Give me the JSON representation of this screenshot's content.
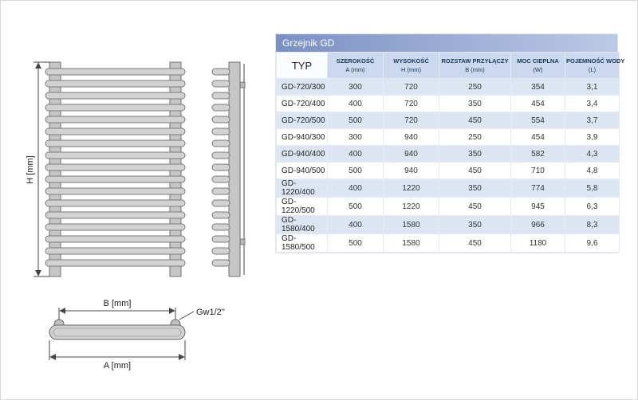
{
  "table": {
    "title": "Grzejnik GD",
    "columns": [
      {
        "label": "TYP",
        "sub": ""
      },
      {
        "label": "SZEROKOŚĆ",
        "sub": "A (mm)"
      },
      {
        "label": "WYSOKOŚĆ",
        "sub": "H (mm)"
      },
      {
        "label": "ROZSTAW PRZYŁĄCZY",
        "sub": "B (mm)"
      },
      {
        "label": "MOC CIEPLNA",
        "sub": "(W)"
      },
      {
        "label": "POJEMNOŚĆ WODY",
        "sub": "(L)"
      }
    ],
    "rows": [
      [
        "GD-720/300",
        "300",
        "720",
        "250",
        "354",
        "3,1"
      ],
      [
        "GD-720/400",
        "400",
        "720",
        "350",
        "454",
        "3,4"
      ],
      [
        "GD-720/500",
        "500",
        "720",
        "450",
        "554",
        "3,7"
      ],
      [
        "GD-940/300",
        "300",
        "940",
        "250",
        "454",
        "3,9"
      ],
      [
        "GD-940/400",
        "400",
        "940",
        "350",
        "582",
        "4,3"
      ],
      [
        "GD-940/500",
        "500",
        "940",
        "450",
        "710",
        "4,8"
      ],
      [
        "GD-1220/400",
        "400",
        "1220",
        "350",
        "774",
        "5,8"
      ],
      [
        "GD-1220/500",
        "500",
        "1220",
        "450",
        "945",
        "6,3"
      ],
      [
        "GD-1580/400",
        "400",
        "1580",
        "350",
        "966",
        "8,3"
      ],
      [
        "GD-1580/500",
        "500",
        "1580",
        "450",
        "1180",
        "9,6"
      ]
    ]
  },
  "diagram": {
    "height_label": "H [mm]",
    "b_label": "B [mm]",
    "a_label": "A [mm]",
    "thread_label": "Gw1/2''"
  },
  "colors": {
    "title_gradient_start": "#7b90c3",
    "title_gradient_end": "#bcc9e6",
    "header_bg": "#cbd8ee",
    "row_alt_bg": "#dce6f3",
    "header_text": "#17375e"
  }
}
